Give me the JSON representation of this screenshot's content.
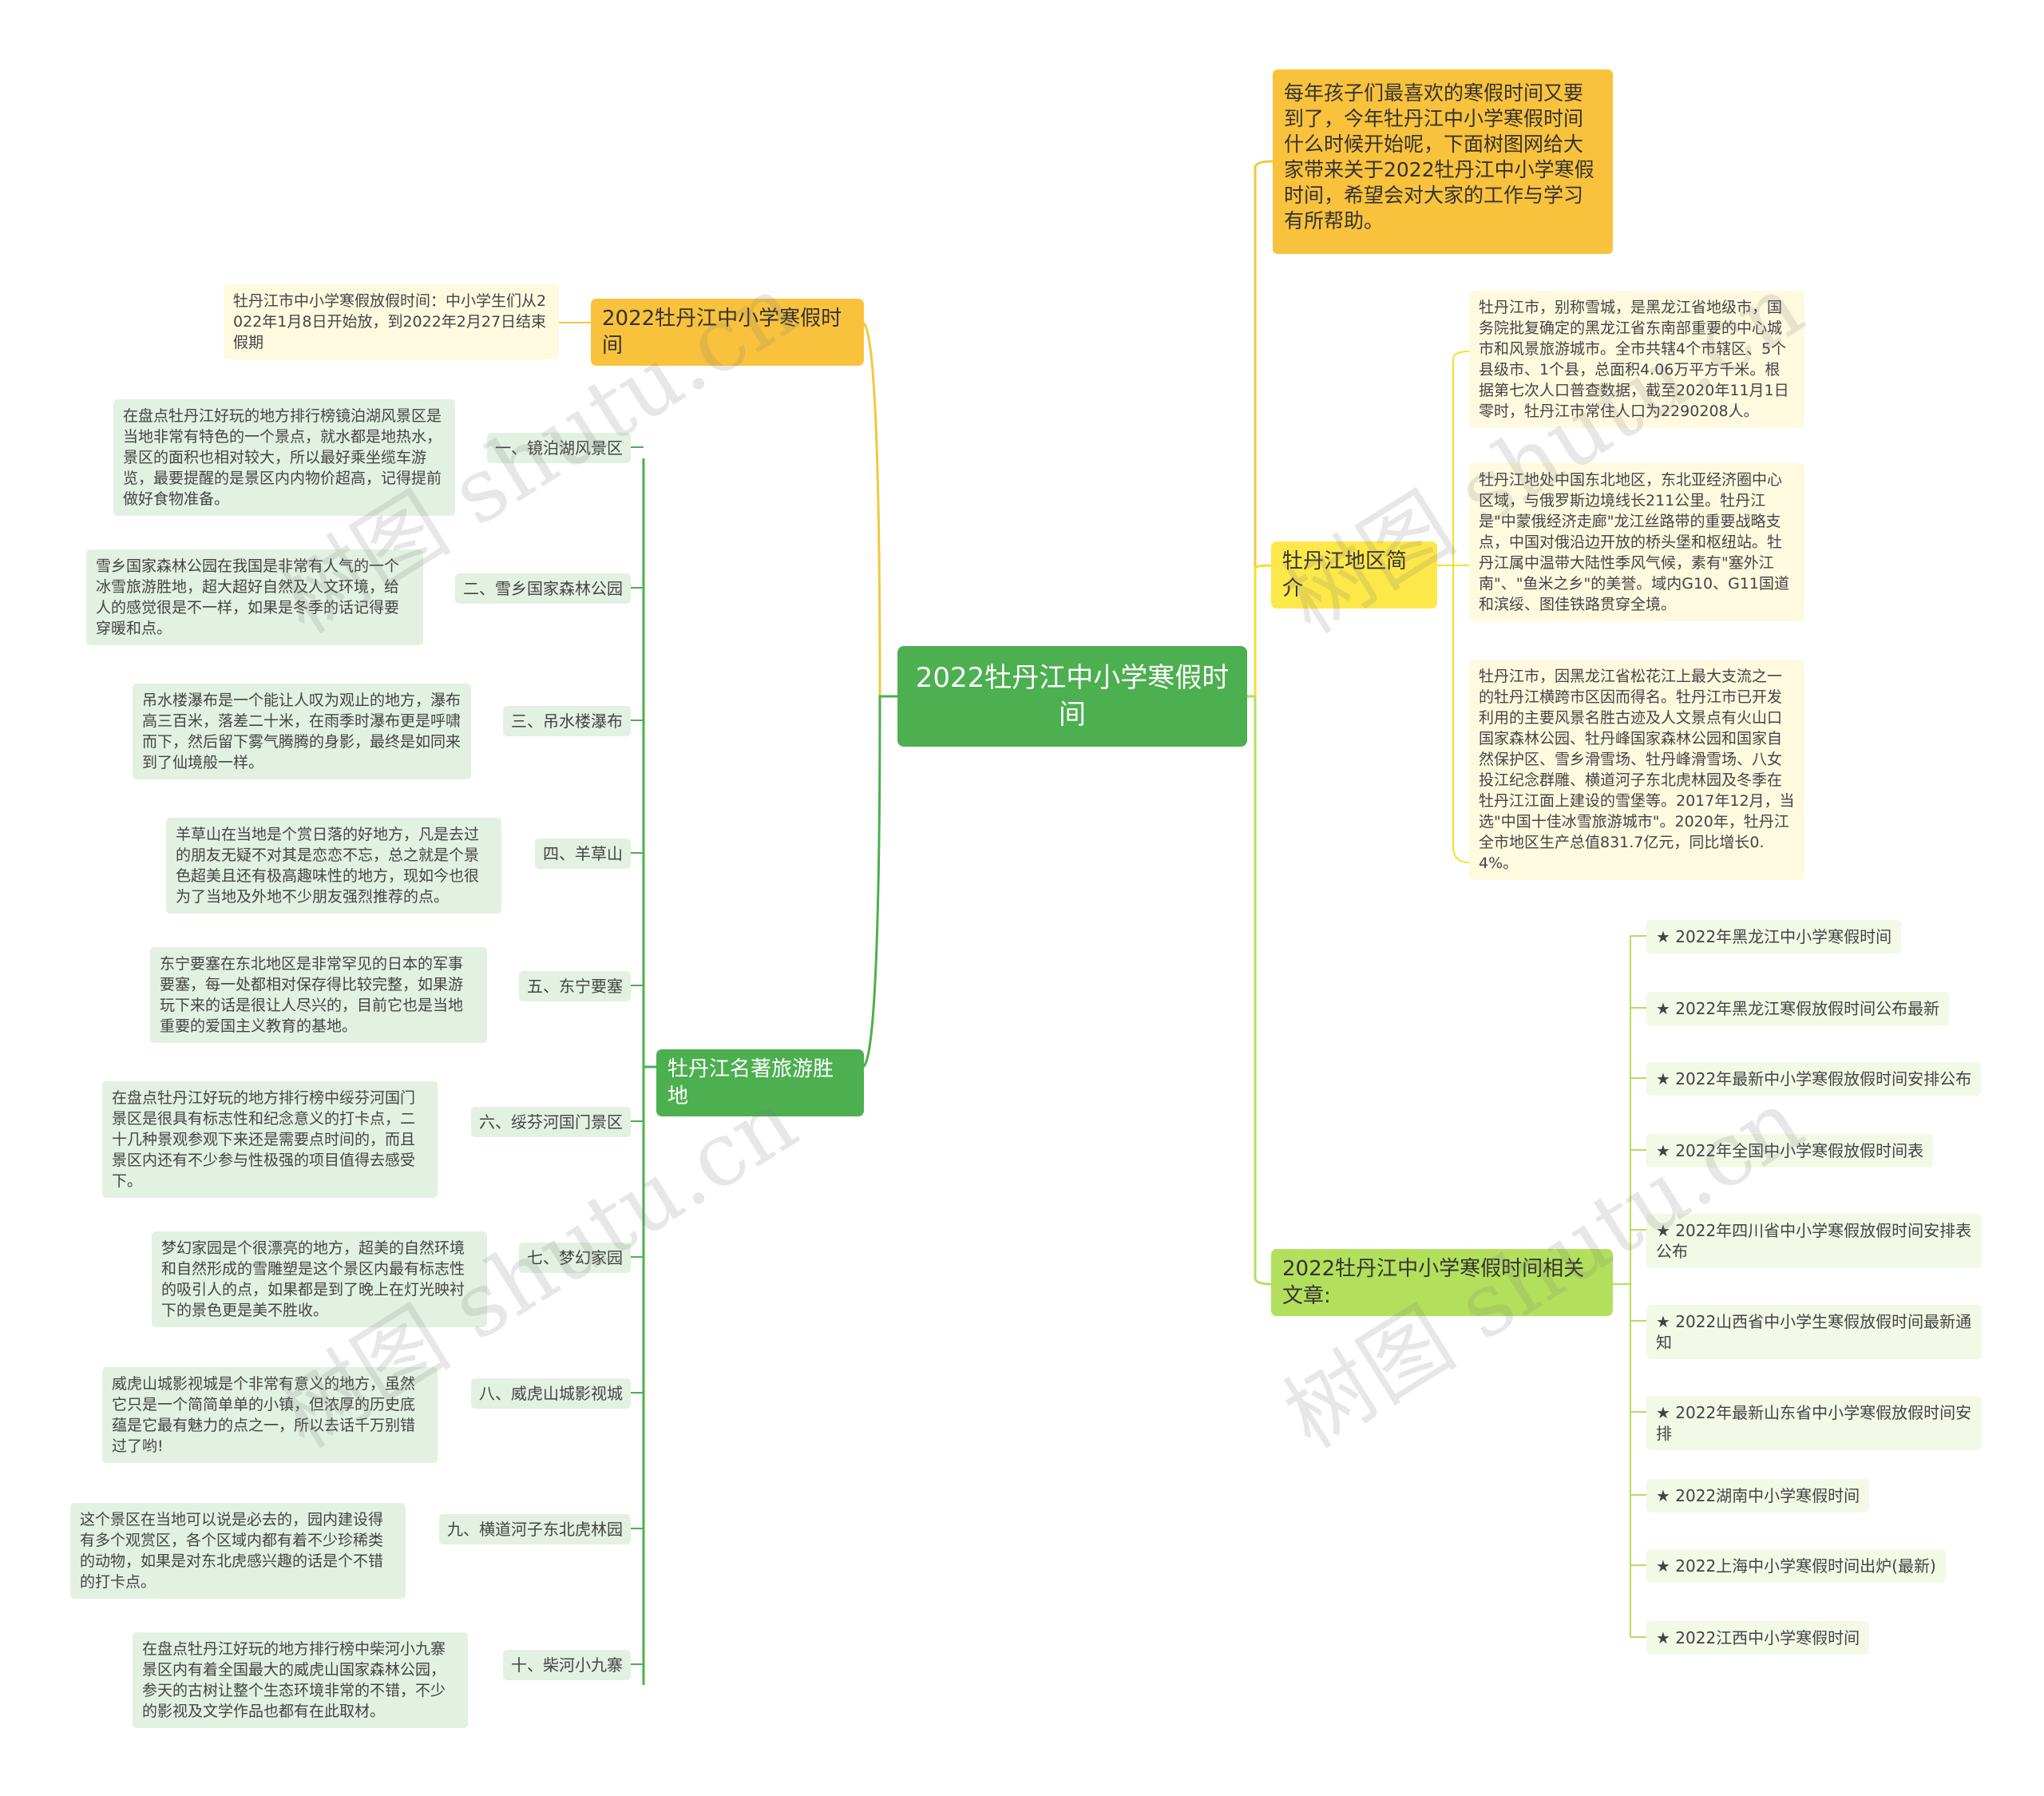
{
  "central": "2022牡丹江中小学寒假时间",
  "intro": "每年孩子们最喜欢的寒假时间又要到了，今年牡丹江中小学寒假时间什么时候开始呢，下面树图网给大家带来关于2022牡丹江中小学寒假时间，希望会对大家的工作与学习有所帮助。",
  "left": {
    "holiday": {
      "label": "2022牡丹江中小学寒假时间",
      "detail": "牡丹江市中小学寒假放假时间：中小学生们从2022年1月8日开始放，到2022年2月27日结束假期"
    },
    "tourism": {
      "label": "牡丹江名著旅游胜地",
      "items": [
        {
          "label": "一、镜泊湖风景区",
          "detail": "在盘点牡丹江好玩的地方排行榜镜泊湖风景区是当地非常有特色的一个景点，就水都是地热水，景区的面积也相对较大，所以最好乘坐缆车游览，最要提醒的是景区内内物价超高，记得提前做好食物准备。"
        },
        {
          "label": "二、雪乡国家森林公园",
          "detail": "雪乡国家森林公园在我国是非常有人气的一个冰雪旅游胜地，超大超好自然及人文环境，给人的感觉很是不一样，如果是冬季的话记得要穿暖和点。"
        },
        {
          "label": "三、吊水楼瀑布",
          "detail": "吊水楼瀑布是一个能让人叹为观止的地方，瀑布高三百米，落差二十米，在雨季时瀑布更是呼啸而下，然后留下雾气腾腾的身影，最终是如同来到了仙境般一样。"
        },
        {
          "label": "四、羊草山",
          "detail": "羊草山在当地是个赏日落的好地方，凡是去过的朋友无疑不对其是恋恋不忘，总之就是个景色超美且还有极高趣味性的地方，现如今也很为了当地及外地不少朋友强烈推荐的点。"
        },
        {
          "label": "五、东宁要塞",
          "detail": "东宁要塞在东北地区是非常罕见的日本的军事要塞，每一处都相对保存得比较完整，如果游玩下来的话是很让人尽兴的，目前它也是当地重要的爱国主义教育的基地。"
        },
        {
          "label": "六、绥芬河国门景区",
          "detail": "在盘点牡丹江好玩的地方排行榜中绥芬河国门景区是很具有标志性和纪念意义的打卡点，二十几种景观参观下来还是需要点时间的，而且景区内还有不少参与性极强的项目值得去感受下。"
        },
        {
          "label": "七、梦幻家园",
          "detail": "梦幻家园是个很漂亮的地方，超美的自然环境和自然形成的雪雕塑是这个景区内最有标志性的吸引人的点，如果都是到了晚上在灯光映衬下的景色更是美不胜收。"
        },
        {
          "label": "八、威虎山城影视城",
          "detail": "威虎山城影视城是个非常有意义的地方，虽然它只是一个简简单单的小镇，但浓厚的历史底蕴是它最有魅力的点之一，所以去话千万别错过了哟!"
        },
        {
          "label": "九、横道河子东北虎林园",
          "detail": "这个景区在当地可以说是必去的，园内建设得有多个观赏区，各个区域内都有着不少珍稀类的动物，如果是对东北虎感兴趣的话是个不错的打卡点。"
        },
        {
          "label": "十、柴河小九寨",
          "detail": "在盘点牡丹江好玩的地方排行榜中柴河小九寨景区内有着全国最大的威虎山国家森林公园，参天的古树让整个生态环境非常的不错，不少的影视及文学作品也都有在此取材。"
        }
      ]
    }
  },
  "right": {
    "region": {
      "label": "牡丹江地区简介",
      "items": [
        "牡丹江市，别称雪城，是黑龙江省地级市，国务院批复确定的黑龙江省东南部重要的中心城市和风景旅游城市。全市共辖4个市辖区、5个县级市、1个县，总面积4.06万平方千米。根据第七次人口普查数据，截至2020年11月1日零时，牡丹江市常住人口为2290208人。",
        "牡丹江地处中国东北地区，东北亚经济圈中心区域，与俄罗斯边境线长211公里。牡丹江是\"中蒙俄经济走廊\"龙江丝路带的重要战略支点，中国对俄沿边开放的桥头堡和枢纽站。牡丹江属中温带大陆性季风气候，素有\"塞外江南\"、\"鱼米之乡\"的美誉。域内G10、G11国道和滨绥、图佳铁路贯穿全境。",
        "牡丹江市，因黑龙江省松花江上最大支流之一的牡丹江横跨市区因而得名。牡丹江市已开发利用的主要风景名胜古迹及人文景点有火山口国家森林公园、牡丹峰国家森林公园和国家自然保护区、雪乡滑雪场、牡丹峰滑雪场、八女投江纪念群雕、横道河子东北虎林园及冬季在牡丹江江面上建设的雪堡等。2017年12月，当选\"中国十佳冰雪旅游城市\"。2020年，牡丹江全市地区生产总值831.7亿元，同比增长0.4%。"
      ]
    },
    "related": {
      "label": "2022牡丹江中小学寒假时间相关文章:",
      "items": [
        "★ 2022年黑龙江中小学寒假时间",
        "★ 2022年黑龙江寒假放假时间公布最新",
        "★ 2022年最新中小学寒假放假时间安排公布",
        "★ 2022年全国中小学寒假放假时间表",
        "★ 2022年四川省中小学寒假放假时间安排表公布",
        "★ 2022山西省中小学生寒假放假时间最新通知",
        "★ 2022年最新山东省中小学寒假放假时间安排",
        "★ 2022湖南中小学寒假时间",
        "★ 2022上海中小学寒假时间出炉(最新)",
        "★ 2022江西中小学寒假时间"
      ]
    }
  },
  "watermark": "树图 shutu.cn",
  "colors": {
    "central": "#4caf50",
    "yellow": "#f9c23c",
    "region": "#fde84a",
    "related": "#b3e05c",
    "leaf_green": "#e3f1e2",
    "leaf_cream": "#fefae0",
    "leaf_lime": "#f2f9e6"
  }
}
